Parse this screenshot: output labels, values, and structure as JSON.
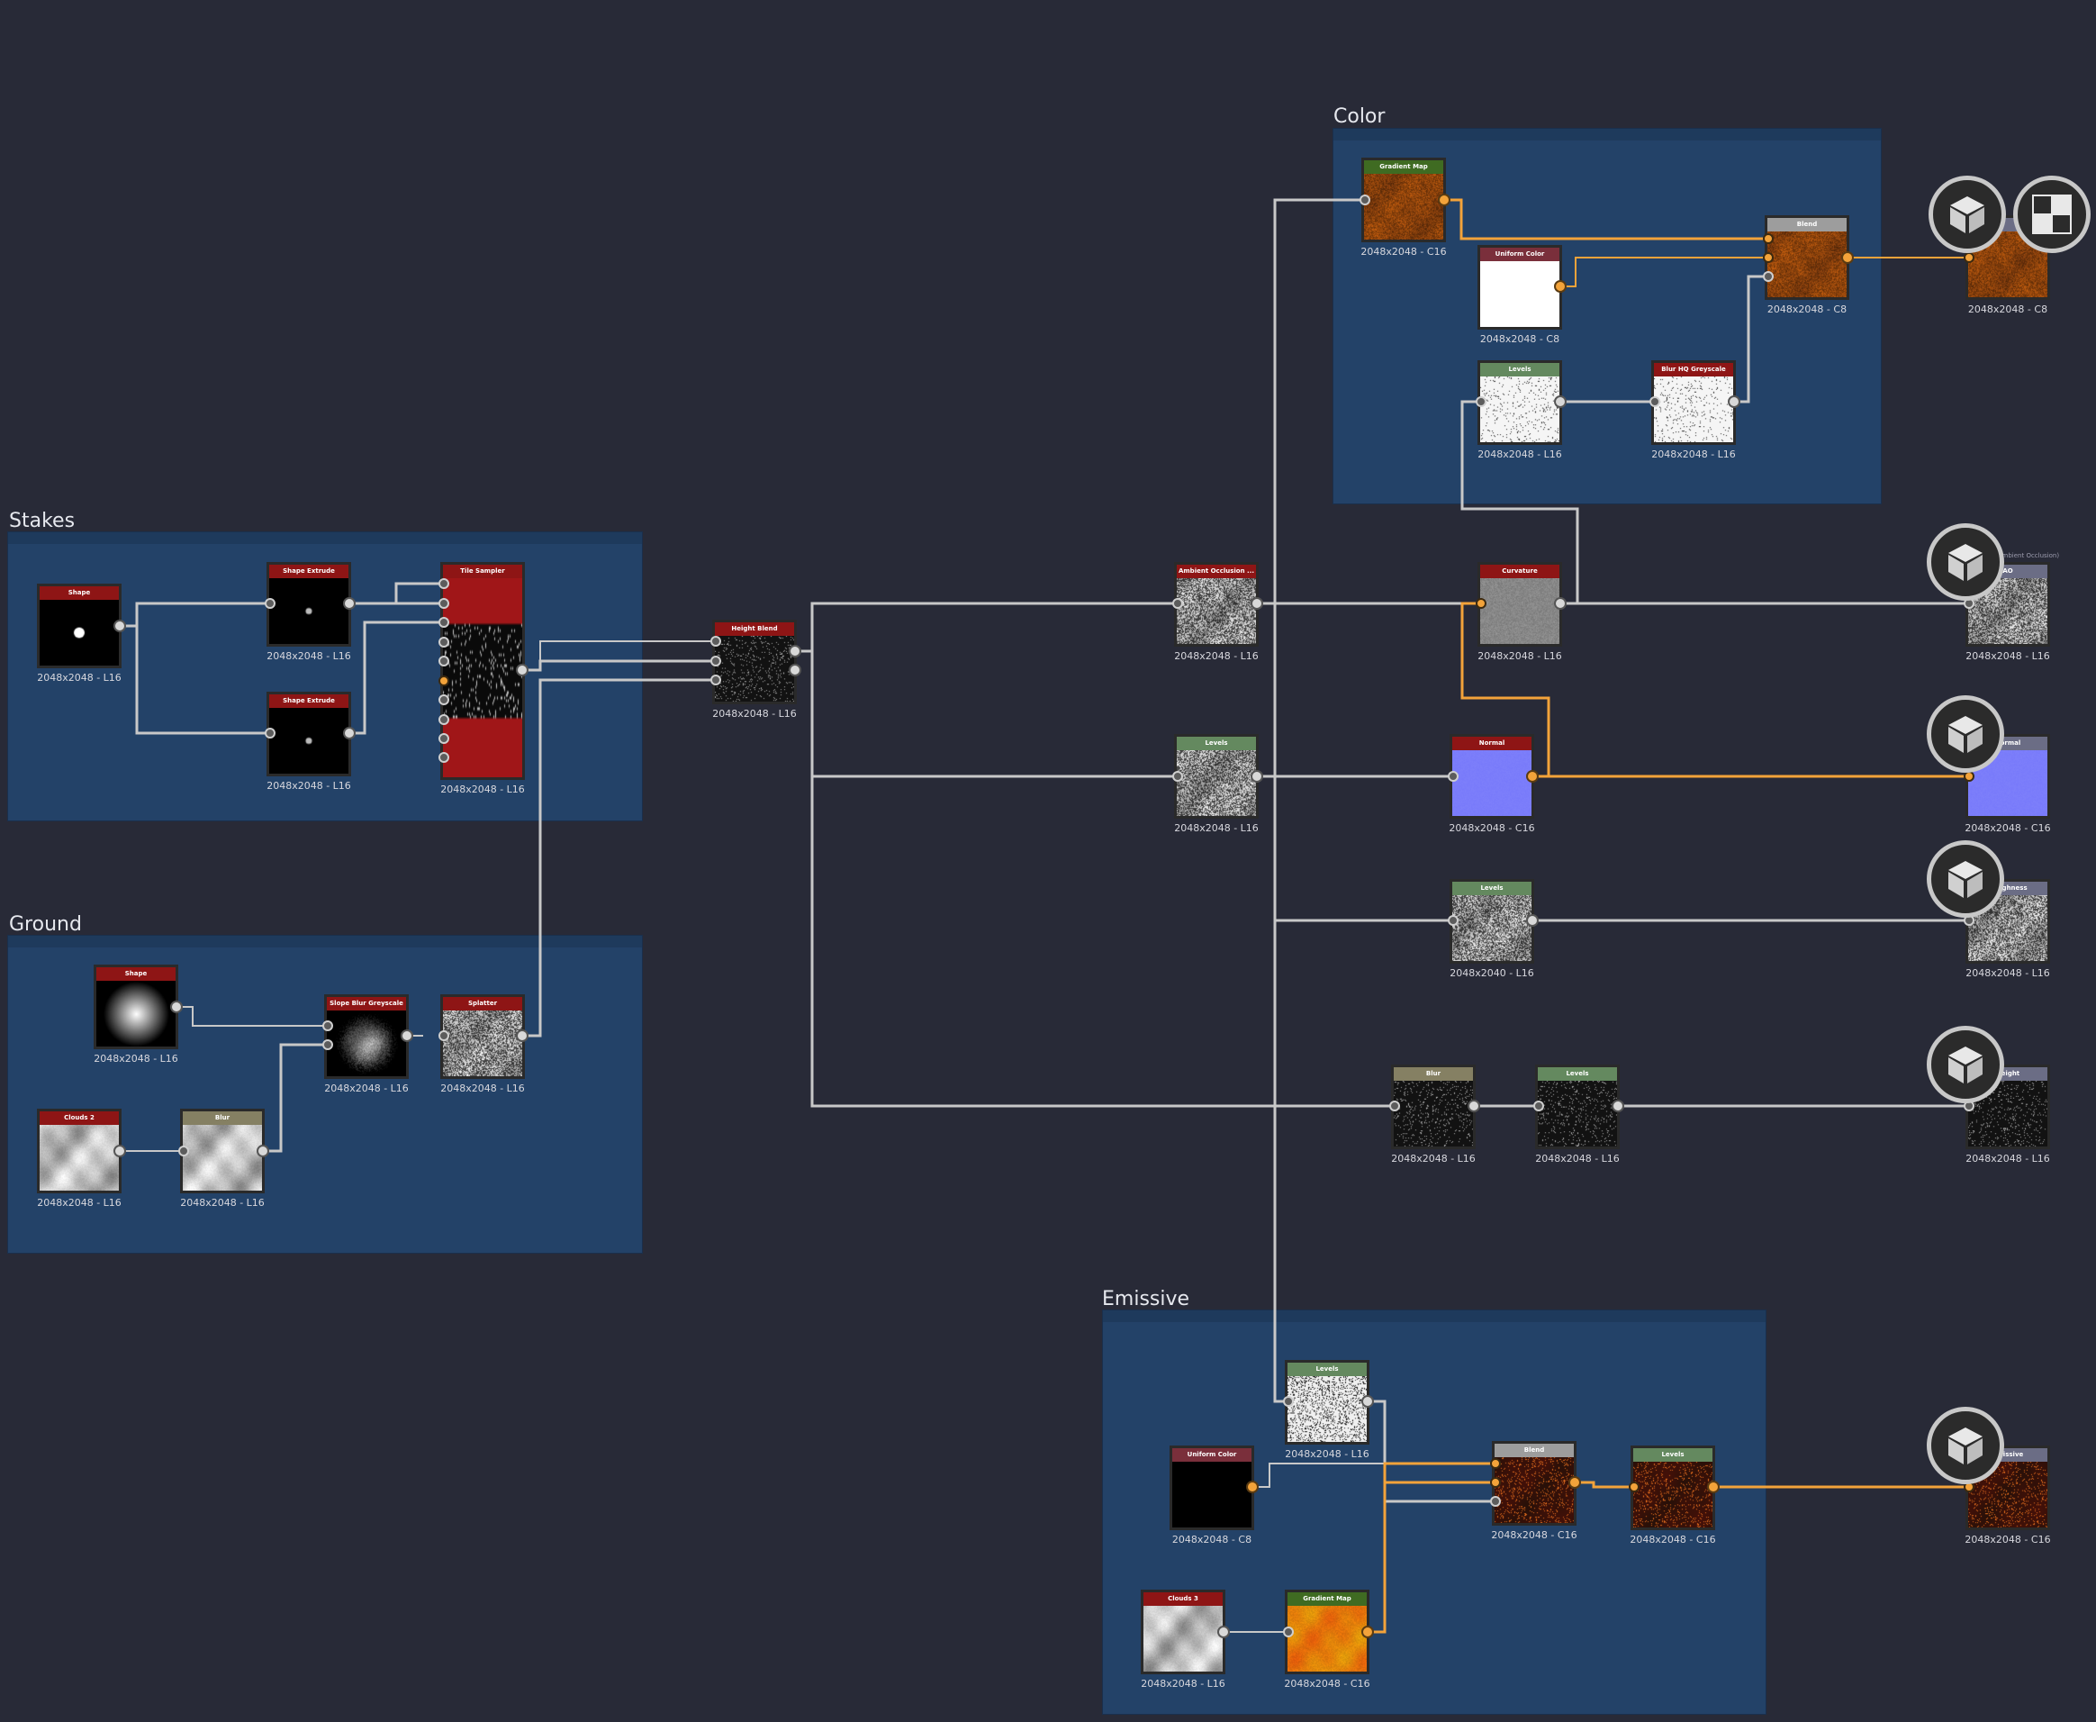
{
  "frames": [
    {
      "id": "stakes",
      "title": "Stakes"
    },
    {
      "id": "ground",
      "title": "Ground"
    },
    {
      "id": "color",
      "title": "Color"
    },
    {
      "id": "emissive",
      "title": "Emissive"
    }
  ],
  "colors": {
    "background": "#282a37",
    "frame": "#234268",
    "wire": "#c8c8c8",
    "wire_color": "#f3a33a",
    "header_red": "#8e1515",
    "header_green": "#3f6b22",
    "header_sage": "#64895f",
    "header_mauve": "#7a2f3b",
    "header_olive": "#858063",
    "header_gray": "#9d9d9d",
    "header_slate": "#6b6d85"
  },
  "nodes": [
    {
      "id": "shape1",
      "title": "Shape",
      "res": "2048x2048 - L16",
      "header": "#8e1515",
      "thumb": "dot"
    },
    {
      "id": "shext1",
      "title": "Shape Extrude",
      "res": "2048x2048 - L16",
      "header": "#8e1515",
      "thumb": "dot-small"
    },
    {
      "id": "shext2",
      "title": "Shape Extrude",
      "res": "2048x2048 - L16",
      "header": "#8e1515",
      "thumb": "dot-small"
    },
    {
      "id": "tilesamp",
      "title": "Tile Sampler",
      "res": "2048x2048 - L16",
      "header": "#8e1515",
      "thumb": "tile"
    },
    {
      "id": "heightblend",
      "title": "Height Blend",
      "res": "2048x2048 - L16",
      "header": "#8e1515",
      "thumb": "darknoise"
    },
    {
      "id": "shape2",
      "title": "Shape",
      "res": "2048x2048 - L16",
      "header": "#8e1515",
      "thumb": "blob"
    },
    {
      "id": "shblur",
      "title": "Slope Blur Greyscale",
      "res": "2048x2048 - L16",
      "header": "#8e1515",
      "thumb": "cloudblob"
    },
    {
      "id": "splatter",
      "title": "Splatter",
      "res": "2048x2048 - L16",
      "header": "#8e1515",
      "thumb": "noise"
    },
    {
      "id": "clouds2",
      "title": "Clouds 2",
      "res": "2048x2048 - L16",
      "header": "#8e1515",
      "thumb": "clouds"
    },
    {
      "id": "blur1",
      "title": "Blur",
      "res": "2048x2048 - L16",
      "header": "#858063",
      "thumb": "clouds"
    },
    {
      "id": "gradmap1",
      "title": "Gradient Map",
      "res": "2048x2048 - C16",
      "header": "#3f6b22",
      "thumb": "rust"
    },
    {
      "id": "unicolor1",
      "title": "Uniform Color",
      "res": "2048x2048 - C8",
      "header": "#7a2f3b",
      "thumb": "white"
    },
    {
      "id": "levels1",
      "title": "Levels",
      "res": "2048x2048 - L16",
      "header": "#64895f",
      "thumb": "whitenoise"
    },
    {
      "id": "blurhq",
      "title": "Blur HQ Greyscale",
      "res": "2048x2048 - L16",
      "header": "#8e1515",
      "thumb": "whitenoise"
    },
    {
      "id": "blend1",
      "title": "Blend",
      "res": "2048x2048 - C8",
      "header": "#9d9d9d",
      "thumb": "rust"
    },
    {
      "id": "out_bc",
      "title": "",
      "res": "2048x2048 - C8",
      "header": "#6b6d85",
      "thumb": "rust"
    },
    {
      "id": "ao",
      "title": "Ambient Occlusion ...",
      "res": "2048x2048 - L16",
      "header": "#8e1515",
      "thumb": "noise"
    },
    {
      "id": "curvature",
      "title": "Curvature",
      "res": "2048x2048 - L16",
      "header": "#8e1515",
      "thumb": "gray"
    },
    {
      "id": "out_ao",
      "title": "AO",
      "res": "2048x2048 - L16",
      "header": "#6b6d85",
      "thumb": "noise"
    },
    {
      "id": "levels2",
      "title": "Levels",
      "res": "2048x2048 - L16",
      "header": "#64895f",
      "thumb": "noise"
    },
    {
      "id": "normal",
      "title": "Normal",
      "res": "2048x2048 - C16",
      "header": "#8e1515",
      "thumb": "normal"
    },
    {
      "id": "out_normal",
      "title": "Normal",
      "res": "2048x2048 - C16",
      "header": "#6b6d85",
      "thumb": "normal"
    },
    {
      "id": "levels3",
      "title": "Levels",
      "res": "2048x2040 - L16",
      "header": "#64895f",
      "thumb": "noise"
    },
    {
      "id": "out_rough",
      "title": "Roughness",
      "res": "2048x2048 - L16",
      "header": "#6b6d85",
      "thumb": "noise"
    },
    {
      "id": "blur2",
      "title": "Blur",
      "res": "2048x2048 - L16",
      "header": "#858063",
      "thumb": "darknoise"
    },
    {
      "id": "levels4",
      "title": "Levels",
      "res": "2048x2048 - L16",
      "header": "#64895f",
      "thumb": "darknoise"
    },
    {
      "id": "out_height",
      "title": "Height",
      "res": "2048x2048 - L16",
      "header": "#6b6d85",
      "thumb": "darknoise"
    },
    {
      "id": "levels5",
      "title": "Levels",
      "res": "2048x2048 - L16",
      "header": "#64895f",
      "thumb": "whitenoise2"
    },
    {
      "id": "unicolor2",
      "title": "Uniform Color",
      "res": "2048x2048 - C8",
      "header": "#7a2f3b",
      "thumb": "black"
    },
    {
      "id": "blend2",
      "title": "Blend",
      "res": "2048x2048 - C16",
      "header": "#9d9d9d",
      "thumb": "ember"
    },
    {
      "id": "levels6",
      "title": "Levels",
      "res": "2048x2048 - C16",
      "header": "#64895f",
      "thumb": "ember"
    },
    {
      "id": "out_emissive",
      "title": "Emissive",
      "res": "2048x2048 - C16",
      "header": "#6b6d85",
      "thumb": "ember"
    },
    {
      "id": "clouds3",
      "title": "Clouds 3",
      "res": "2048x2048 - L16",
      "header": "#8e1515",
      "thumb": "clouds"
    },
    {
      "id": "gradmap2",
      "title": "Gradient Map",
      "res": "2048x2048 - C16",
      "header": "#3f6b22",
      "thumb": "lava"
    }
  ],
  "output_badges": [
    {
      "id": "b_bc",
      "icon": "cube-icon"
    },
    {
      "id": "b_bc2",
      "icon": "checker-icon"
    },
    {
      "id": "b_ao",
      "icon": "cube-icon"
    },
    {
      "id": "b_normal",
      "icon": "cube-icon"
    },
    {
      "id": "b_rough",
      "icon": "cube-icon"
    },
    {
      "id": "b_height",
      "icon": "cube-icon"
    },
    {
      "id": "b_emissive",
      "icon": "cube-icon"
    }
  ],
  "ghost_labels": {
    "ao_usage": "(Ambient Occlusion)"
  }
}
